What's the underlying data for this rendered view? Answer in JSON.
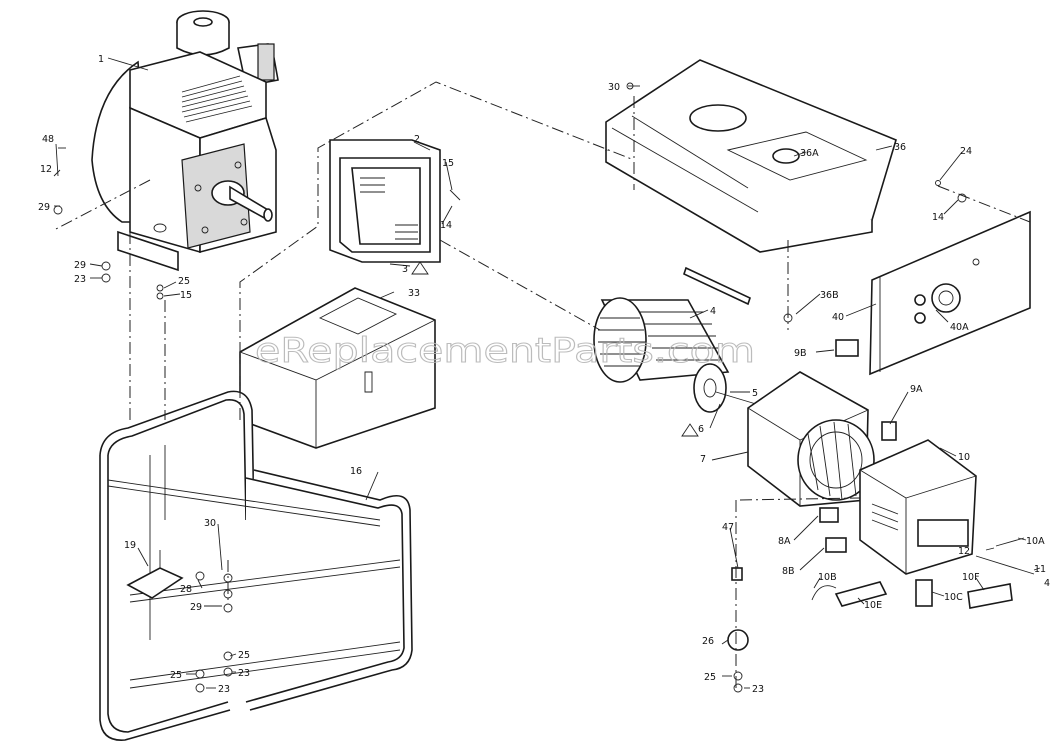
{
  "watermark": "eReplacementParts.com",
  "callouts": [
    {
      "id": "c-1",
      "text": "1"
    },
    {
      "id": "c-48",
      "text": "48"
    },
    {
      "id": "c-12a",
      "text": "12"
    },
    {
      "id": "c-29a",
      "text": "29"
    },
    {
      "id": "c-29b",
      "text": "29"
    },
    {
      "id": "c-23a",
      "text": "23"
    },
    {
      "id": "c-25a",
      "text": "25"
    },
    {
      "id": "c-15a",
      "text": "15"
    },
    {
      "id": "c-2",
      "text": "2"
    },
    {
      "id": "c-15b",
      "text": "15"
    },
    {
      "id": "c-14a",
      "text": "14"
    },
    {
      "id": "c-3",
      "text": "3"
    },
    {
      "id": "c-33",
      "text": "33"
    },
    {
      "id": "c-30a",
      "text": "30"
    },
    {
      "id": "c-36",
      "text": "36"
    },
    {
      "id": "c-36a",
      "text": "36A"
    },
    {
      "id": "c-24",
      "text": "24"
    },
    {
      "id": "c-14b",
      "text": "14"
    },
    {
      "id": "c-36b",
      "text": "36B"
    },
    {
      "id": "c-40",
      "text": "40"
    },
    {
      "id": "c-40a",
      "text": "40A"
    },
    {
      "id": "c-4",
      "text": "4"
    },
    {
      "id": "c-9b",
      "text": "9B"
    },
    {
      "id": "c-5",
      "text": "5"
    },
    {
      "id": "c-6",
      "text": "6"
    },
    {
      "id": "c-9a",
      "text": "9A"
    },
    {
      "id": "c-7",
      "text": "7"
    },
    {
      "id": "c-10",
      "text": "10"
    },
    {
      "id": "c-16",
      "text": "16"
    },
    {
      "id": "c-30b",
      "text": "30"
    },
    {
      "id": "c-19",
      "text": "19"
    },
    {
      "id": "c-28",
      "text": "28"
    },
    {
      "id": "c-29c",
      "text": "29"
    },
    {
      "id": "c-25b",
      "text": "25"
    },
    {
      "id": "c-23b",
      "text": "23"
    },
    {
      "id": "c-25c",
      "text": "25"
    },
    {
      "id": "c-23c",
      "text": "23"
    },
    {
      "id": "c-47",
      "text": "47"
    },
    {
      "id": "c-8a",
      "text": "8A"
    },
    {
      "id": "c-8b",
      "text": "8B"
    },
    {
      "id": "c-10b",
      "text": "10B"
    },
    {
      "id": "c-10e",
      "text": "10E"
    },
    {
      "id": "c-10c",
      "text": "10C"
    },
    {
      "id": "c-10f",
      "text": "10F"
    },
    {
      "id": "c-12b",
      "text": "12"
    },
    {
      "id": "c-10a",
      "text": "10A"
    },
    {
      "id": "c-11",
      "text": "11"
    },
    {
      "id": "c-4b",
      "text": "4"
    },
    {
      "id": "c-26",
      "text": "26"
    },
    {
      "id": "c-25d",
      "text": "25"
    },
    {
      "id": "c-23d",
      "text": "23"
    }
  ]
}
